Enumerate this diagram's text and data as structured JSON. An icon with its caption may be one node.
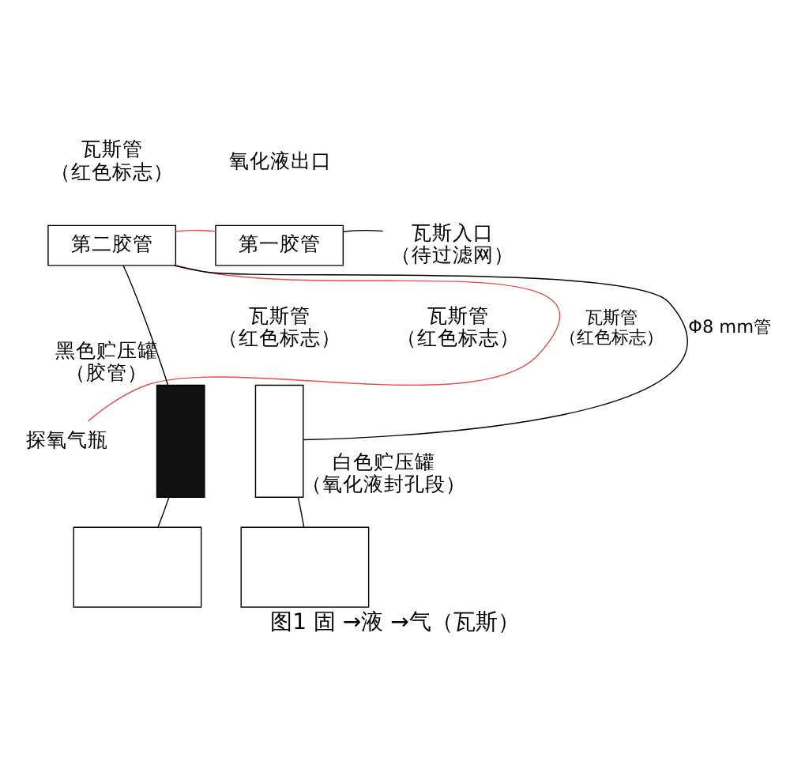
{
  "diagram": {
    "caption": "图1 固 →液 →气（瓦斯）",
    "nodes": [
      {
        "text": [
          "第二胶管"
        ]
      },
      {
        "text": [
          "第一胶管"
        ]
      },
      {
        "text": [
          "瓦斯入口（待过滤网）"
        ]
      },
      {
        "text": [
          "探氧气瓶"
        ]
      },
      {
        "text": [],
        "shape": "box",
        "beside": [
          "黑色贮压罐（胶管）"
        ]
      },
      {
        "text": [],
        "shape": "box"
      },
      {
        "text": [],
        "shape": "box",
        "beside": [
          "白色贮压罐（氧化液封孔段）"
        ]
      },
      {
        "text": [],
        "shape": "box"
      }
    ],
    "edges": [
      {
        "from": 2,
        "to": 1,
        "arrow": "none"
      },
      {
        "from": 1,
        "to": 0,
        "arrow": "none",
        "color": "#e05050"
      },
      {
        "from": 3,
        "to": 0,
        "arrow": "none",
        "label": "瓦斯管（红色标志）",
        "color": "#e05050"
      },
      {
        "from": 4,
        "to": 0,
        "arrow": "none"
      },
      {
        "from": 6,
        "to": 0,
        "arrow": "none",
        "label": "Φ8 mm管"
      },
      {
        "from": 4,
        "to": 5,
        "arrow": "none"
      },
      {
        "from": 6,
        "to": 7,
        "arrow": "none"
      }
    ],
    "labels": [
      "瓦斯管（红色标志）",
      "氧化液出口",
      "瓦斯管（红色标志）",
      "瓦斯管（红色标志）"
    ]
  }
}
